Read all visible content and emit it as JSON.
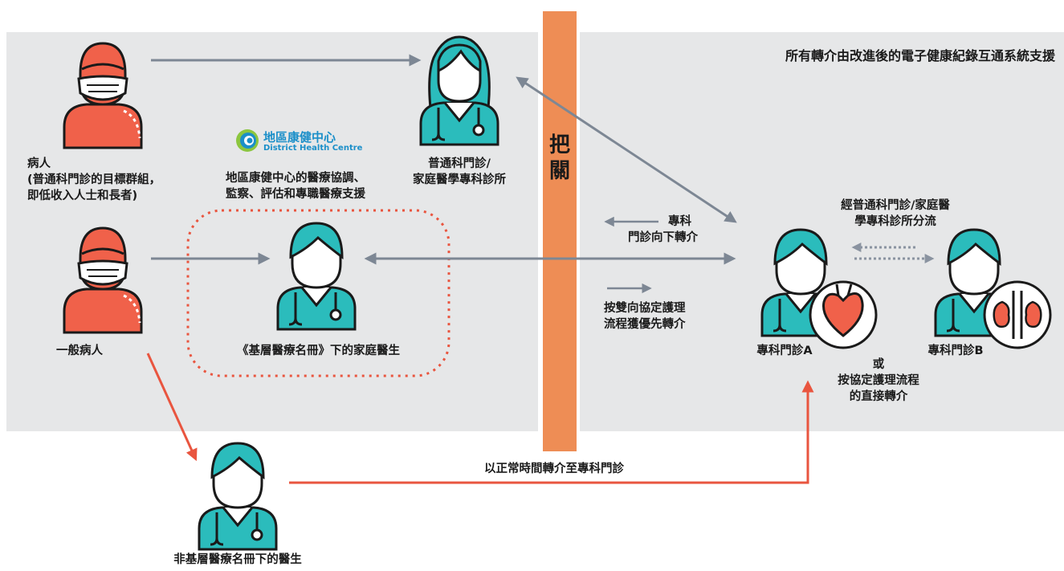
{
  "gate_label": "把關",
  "header": "所有轉介由改進後的電子健康紀錄互通系統支援",
  "patient_target": [
    "病人",
    "(普通科門診的目標群組，",
    "即低收入人士和長者)"
  ],
  "patient_general": "一般病人",
  "dhc": {
    "logo_zh": "地區康健中心",
    "logo_en": "District Health Centre",
    "desc": [
      "地區康健中心的醫療協調、",
      "監察、評估和專職醫療支援"
    ]
  },
  "gopc": [
    "普通科門診/",
    "家庭醫學專科診所"
  ],
  "family_doctor": "《基層醫療名冊》下的家庭醫生",
  "non_register_doctor": "非基層醫療名冊下的醫生",
  "legend": {
    "down_referral": [
      "專科",
      "門診向下轉介"
    ],
    "priority": [
      "按雙向協定護理",
      "流程獲優先轉介"
    ]
  },
  "triage_note": [
    "經普通科門診/家庭醫",
    "學專科診所分流"
  ],
  "sopc_a": "專科門診A",
  "sopc_b": "專科門診B",
  "or_note": [
    "或",
    "按協定護理流程",
    "的直接轉介"
  ],
  "normal_referral": "以正常時間轉介至專科門診",
  "colors": {
    "gate": "#ee8d55",
    "patient": "#f0614a",
    "doctor": "#2bbcbc",
    "arrow_grey": "#7d8794",
    "arrow_red": "#e9553f",
    "panel": "#e6e7e8",
    "logo": "#1b8fc9"
  },
  "icons": [
    "patient-masked-icon",
    "doctor-icon",
    "heart-icon",
    "kidney-icon",
    "dhc-logo-icon"
  ]
}
